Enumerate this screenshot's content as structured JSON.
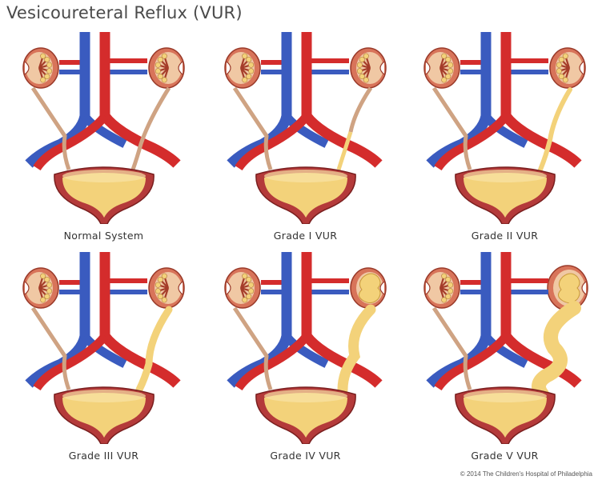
{
  "title": "Vesicoureteral Reflux (VUR)",
  "panels": [
    {
      "caption": "Normal System",
      "grade": 0
    },
    {
      "caption": "Grade I VUR",
      "grade": 1
    },
    {
      "caption": "Grade II VUR",
      "grade": 2
    },
    {
      "caption": "Grade III VUR",
      "grade": 3
    },
    {
      "caption": "Grade IV VUR",
      "grade": 4
    },
    {
      "caption": "Grade V VUR",
      "grade": 5
    }
  ],
  "copyright": "© 2014 The Children's Hospital of Philadelphia",
  "colors": {
    "vein": "#3a5bbf",
    "artery": "#d42c2c",
    "ureter_normal": "#cfa383",
    "urine": "#f3d27a",
    "bladder_wall": "#b43a3a",
    "kidney": "#d8745a"
  }
}
